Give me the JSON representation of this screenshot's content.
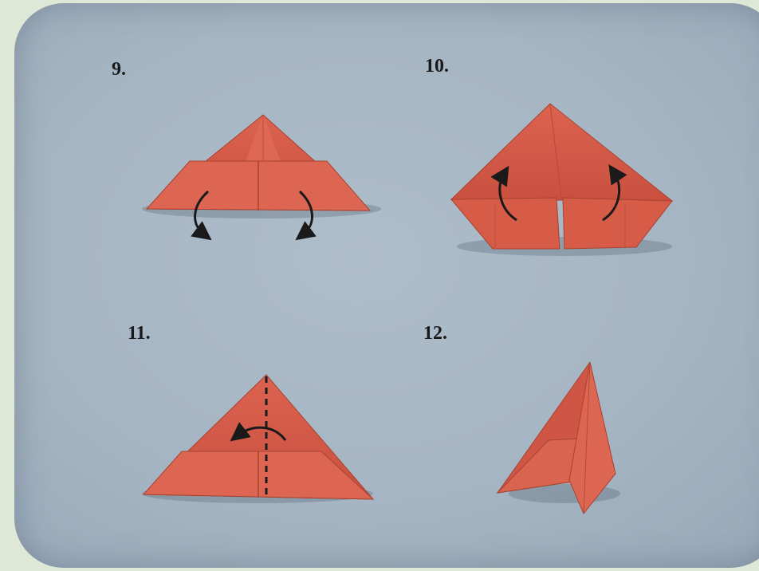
{
  "steps": [
    {
      "number": "9.",
      "arrow_direction": "down-outward"
    },
    {
      "number": "10.",
      "arrow_direction": "up-inward"
    },
    {
      "number": "11.",
      "arrow_direction": "fold-left-along-dashed-line"
    },
    {
      "number": "12.",
      "arrow_direction": "none"
    }
  ],
  "colors": {
    "paper_red": "#d45a47",
    "paper_red_dark": "#b8463a",
    "paper_red_light": "#e07562",
    "background": "#a9b8c6",
    "arrow": "#1a1a1a"
  },
  "icons": [
    "curved-arrow-icon",
    "dashed-fold-line"
  ]
}
